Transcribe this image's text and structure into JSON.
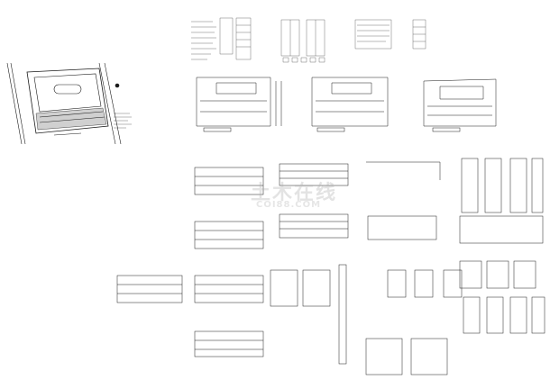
{
  "sheet": {
    "description_sheets": 4,
    "plan_sheets": 4,
    "elevation_sheets": 9,
    "detail_sheets": 6
  },
  "watermark": {
    "text_cn": "土木在线",
    "text_en": "COI88.COM"
  },
  "colors": {
    "line": "#1a1a1a",
    "accent_red": "#c0392b",
    "watermark": "#b0b0b0"
  }
}
